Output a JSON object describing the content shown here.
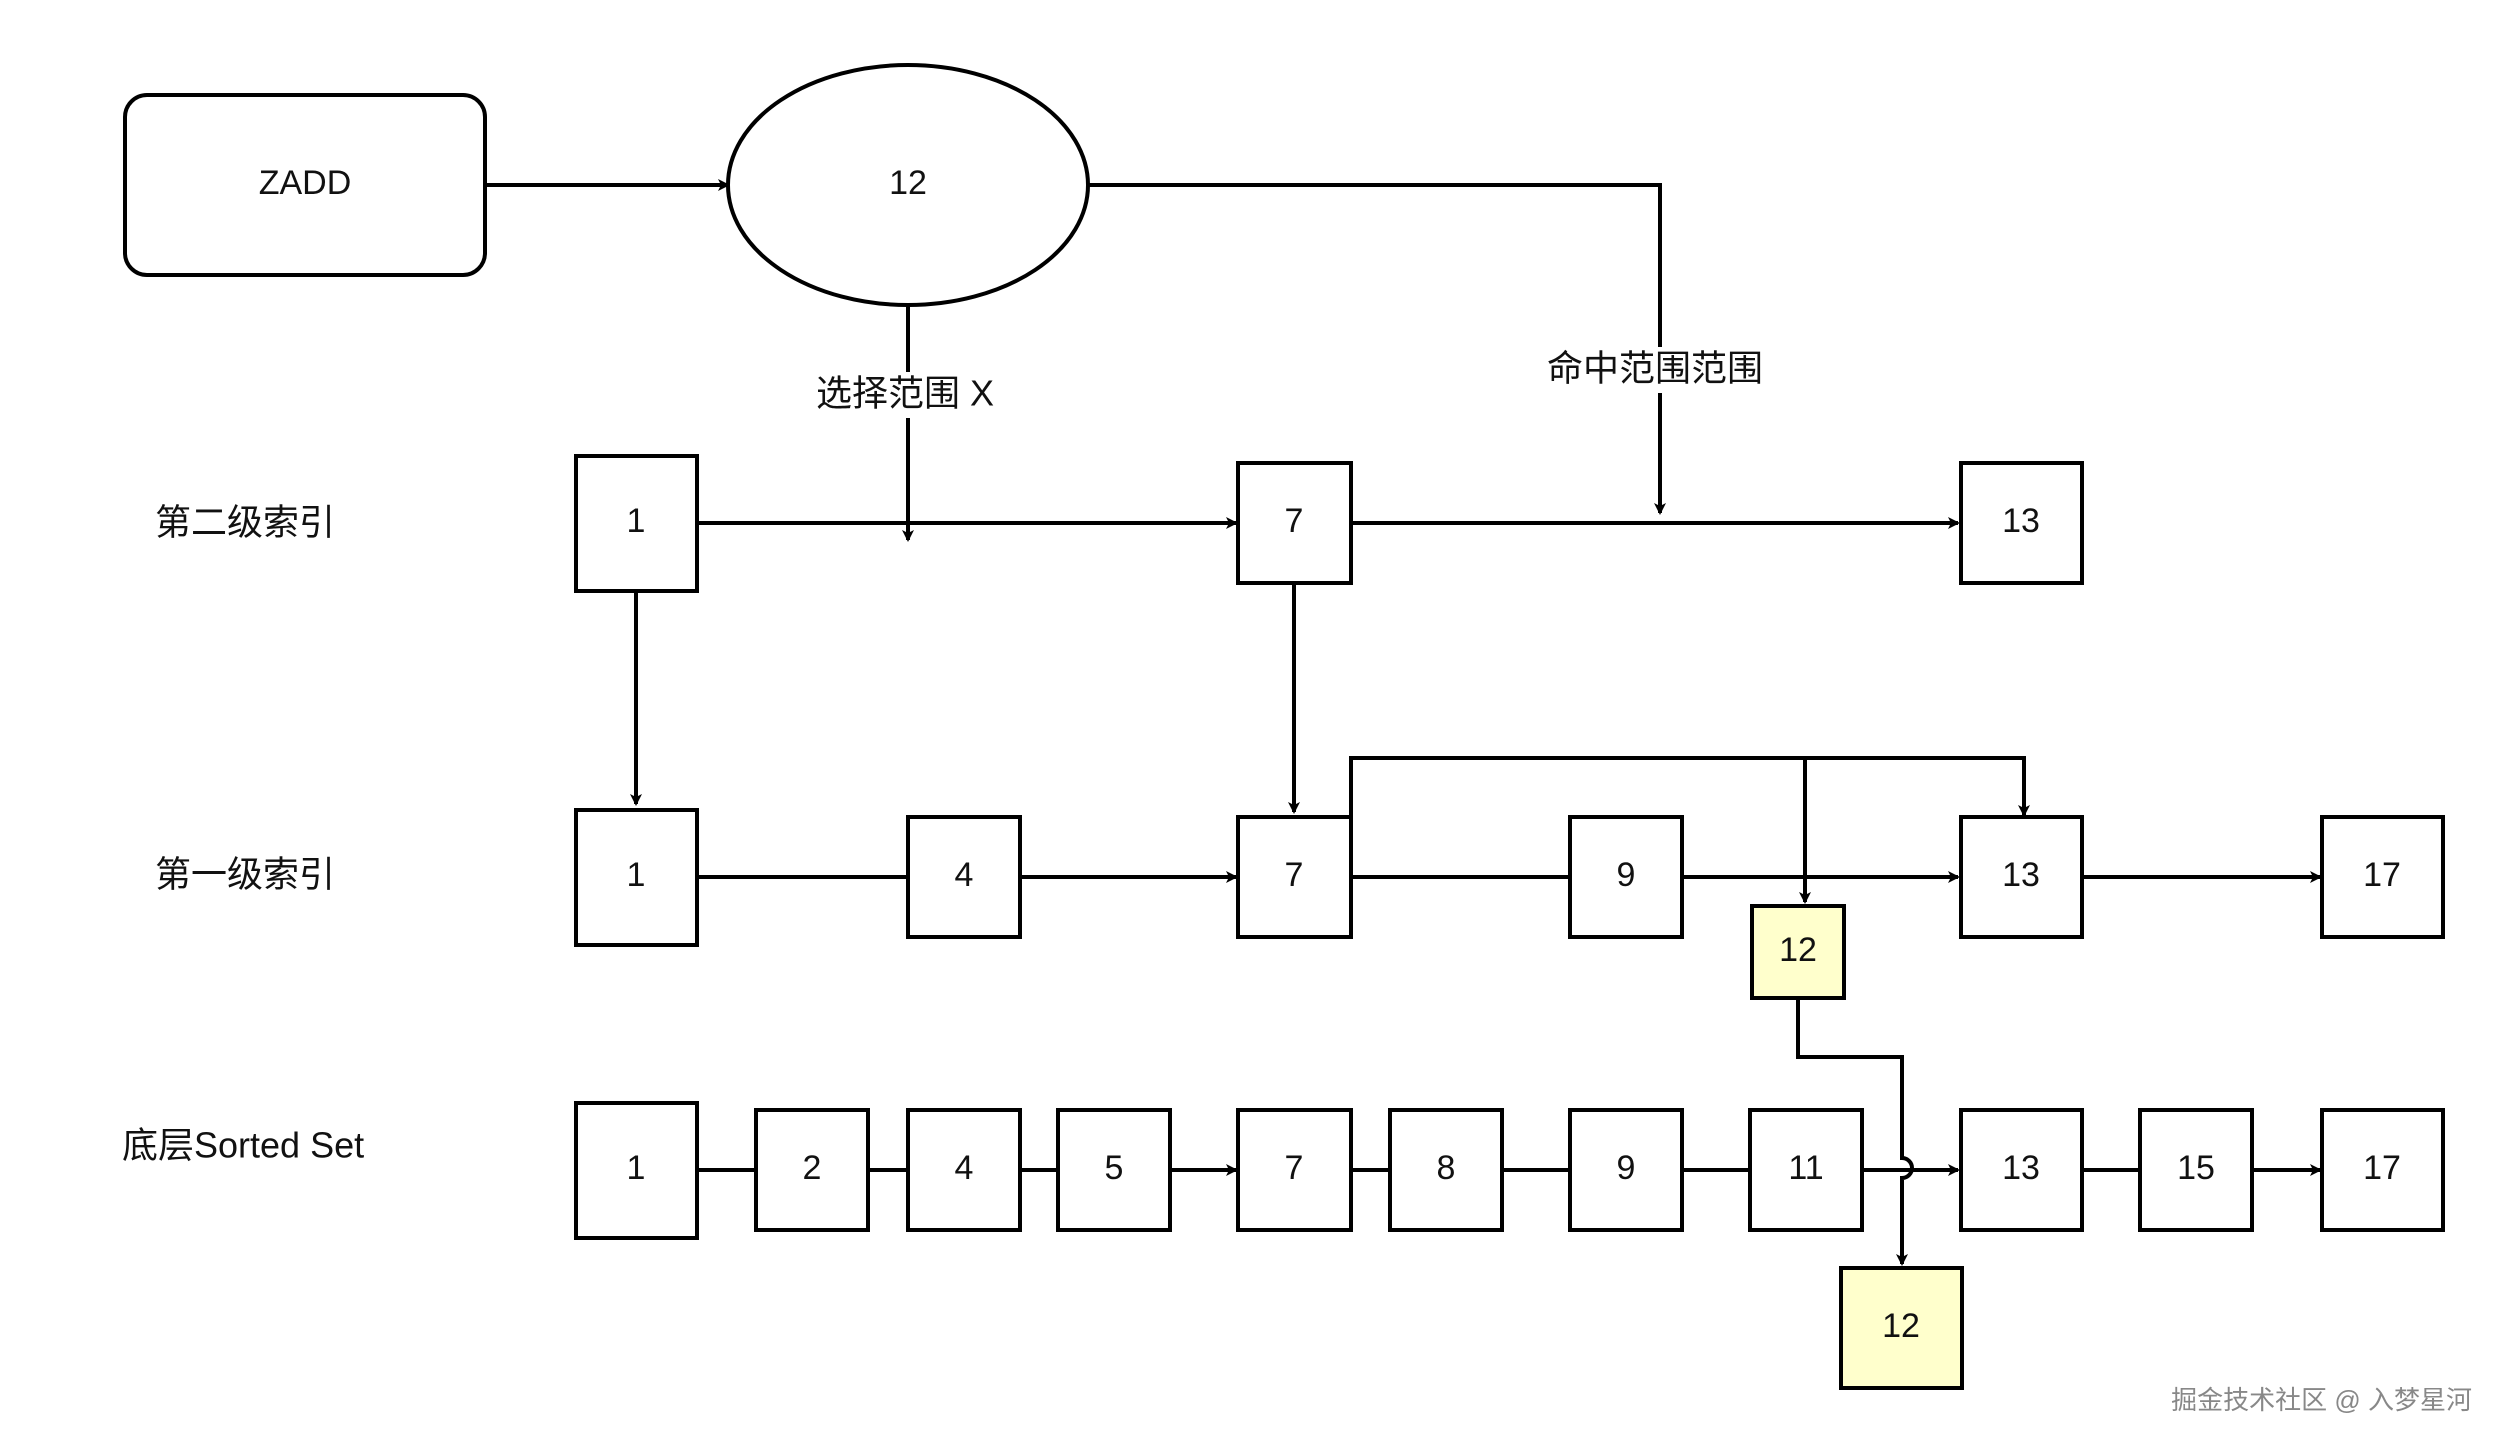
{
  "title_box": "ZADD",
  "query_node": "12",
  "edge_labels": {
    "select_range": "选择范围 X",
    "hit_range": "命中范围范围"
  },
  "rows": {
    "level2": {
      "label": "第二级索引",
      "nodes": [
        "1",
        "7",
        "13"
      ]
    },
    "level1": {
      "label": "第一级索引",
      "nodes": [
        "1",
        "4",
        "7",
        "9",
        "13",
        "17"
      ],
      "inserted": "12"
    },
    "bottom": {
      "label": "底层Sorted Set",
      "nodes": [
        "1",
        "2",
        "4",
        "5",
        "7",
        "8",
        "9",
        "11",
        "13",
        "15",
        "17"
      ],
      "inserted": "12"
    }
  },
  "colors": {
    "stroke": "#000000",
    "highlight_fill": "#ffffcc"
  },
  "watermark": "掘金技术社区 @ 入梦星河"
}
